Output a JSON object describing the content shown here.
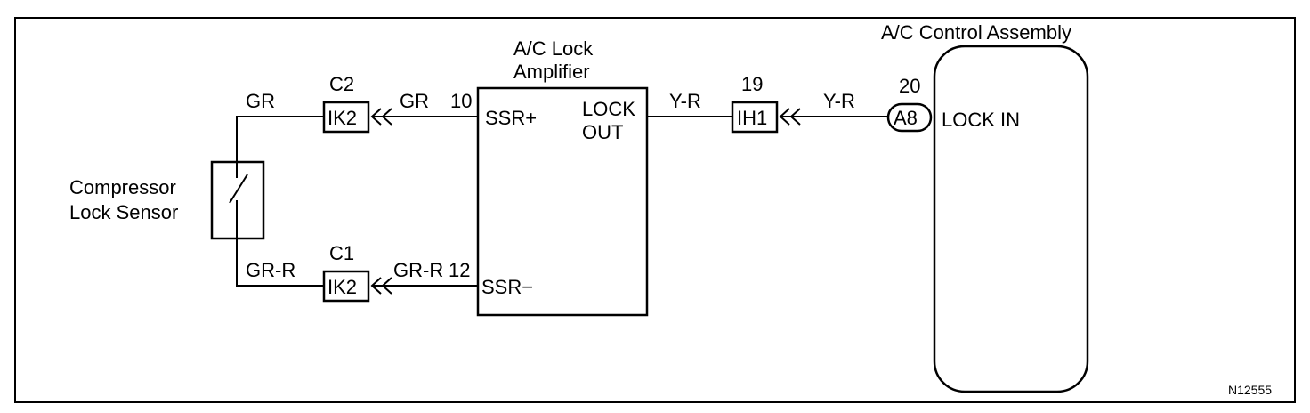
{
  "diagram": {
    "code": "N12555",
    "sensor": {
      "line1": "Compressor",
      "line2": "Lock Sensor"
    },
    "amplifier": {
      "title_line1": "A/C Lock",
      "title_line2": "Amplifier",
      "pin_ssr_plus": "SSR+",
      "pin_ssr_minus": "SSR−",
      "pin_lock_out_1": "LOCK",
      "pin_lock_out_2": "OUT",
      "pin_num_plus": "10",
      "pin_num_minus": "12"
    },
    "control_assembly": {
      "title": "A/C Control Assembly",
      "pin_label": "LOCK IN",
      "pin_num": "20",
      "connector": "A8"
    },
    "connectors": {
      "c2": {
        "label": "C2",
        "code": "IK2"
      },
      "c1": {
        "label": "C1",
        "code": "IK2"
      },
      "c19": {
        "label": "19",
        "code": "IH1"
      }
    },
    "wires": {
      "gr_left": "GR",
      "gr_right": "GR",
      "grr_left": "GR-R",
      "grr_right": "GR-R",
      "yr_left": "Y-R",
      "yr_right": "Y-R"
    }
  }
}
